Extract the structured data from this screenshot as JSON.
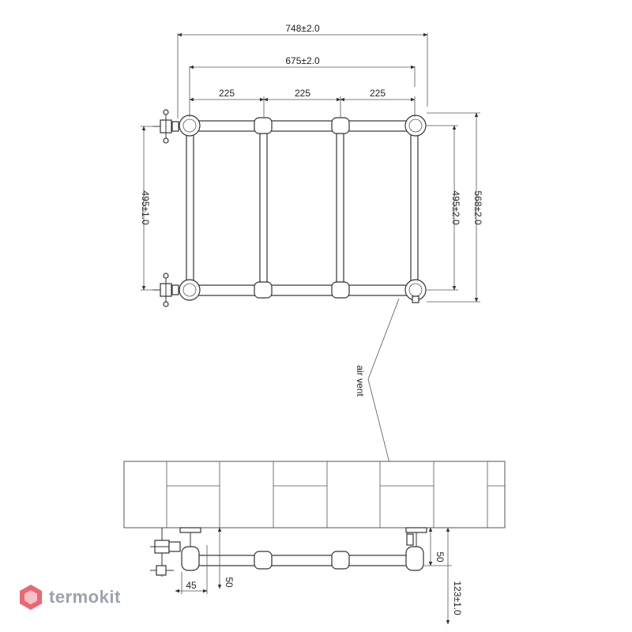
{
  "dimensions": {
    "overall_width": "748±2.0",
    "centers_width": "675±2.0",
    "spacing_1": "225",
    "spacing_2": "225",
    "spacing_3": "225",
    "height_left": "495±1.0",
    "height_right": "495±2.0",
    "overall_height": "568±2.0",
    "side_offset": "45",
    "wall_offset_left": "50",
    "wall_offset_right": "50",
    "depth": "123±1.0"
  },
  "labels": {
    "air_vent": "air vent"
  },
  "logo": {
    "text": "termokit",
    "color": "#9aa3ad",
    "accent": "#e94b5a"
  }
}
